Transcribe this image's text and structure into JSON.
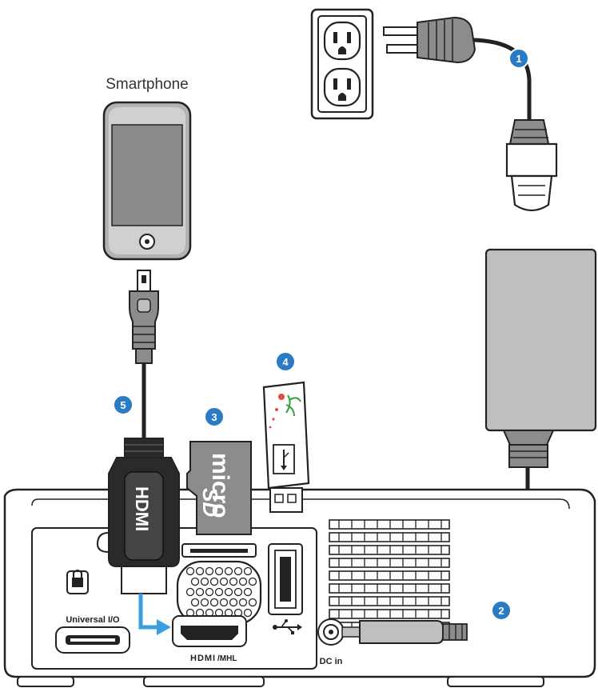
{
  "labels": {
    "smartphone": "Smartphone",
    "universal_io": "Universal I/O",
    "hdmi_mhl": "HDMI/MHL",
    "hdmi_logo": "HDMI",
    "mhl_suffix": "/MHL",
    "dc_in": "DC in",
    "micro_card": "micro"
  },
  "callouts": [
    "1",
    "2",
    "3",
    "4",
    "5"
  ],
  "colors": {
    "callout_blue": "#2b7bc4",
    "hdmi_arrow": "#3a9ee0",
    "outline": "#222222",
    "cable": "#2a2a2a",
    "adapter": "#bfbfbf",
    "plug_gray": "#8c8c8c",
    "projector_fill": "#ffffff",
    "phone_body": "#b3b3b3",
    "phone_screen": "#8a8a8a"
  },
  "icons": [
    "wall-outlet-icon",
    "power-plug-icon",
    "smartphone-icon",
    "usb-drive-icon",
    "usb-symbol-icon",
    "micro-sd-card-icon",
    "lock-icon",
    "speaker-grille-icon"
  ]
}
